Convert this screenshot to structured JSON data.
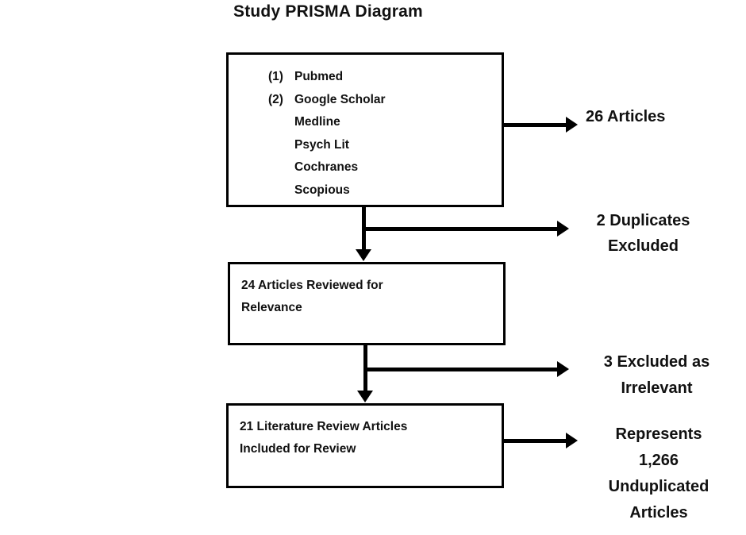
{
  "title": "Study PRISMA Diagram",
  "box1": {
    "items": [
      {
        "num": "(1)",
        "text": "Pubmed"
      },
      {
        "num": "(2)",
        "text": "Google Scholar"
      },
      {
        "num": "",
        "text": "Medline"
      },
      {
        "num": "",
        "text": "Psych Lit"
      },
      {
        "num": "",
        "text": "Cochranes"
      },
      {
        "num": "",
        "text": "Scopious"
      }
    ]
  },
  "box2": {
    "line1": "24 Articles Reviewed for",
    "line2": "Relevance"
  },
  "box3": {
    "line1": "21 Literature Review Articles",
    "line2": "Included for Review"
  },
  "annotations": {
    "articles26": "26 Articles",
    "duplicates_line1": "2 Duplicates",
    "duplicates_line2": "Excluded",
    "irrelevant_line1": "3 Excluded as",
    "irrelevant_line2": "Irrelevant",
    "represents_line1": "Represents",
    "represents_line2": "1,266",
    "represents_line3": "Unduplicated",
    "represents_line4": "Articles"
  },
  "colors": {
    "line": "#000000",
    "background": "#ffffff",
    "text": "#111111"
  }
}
